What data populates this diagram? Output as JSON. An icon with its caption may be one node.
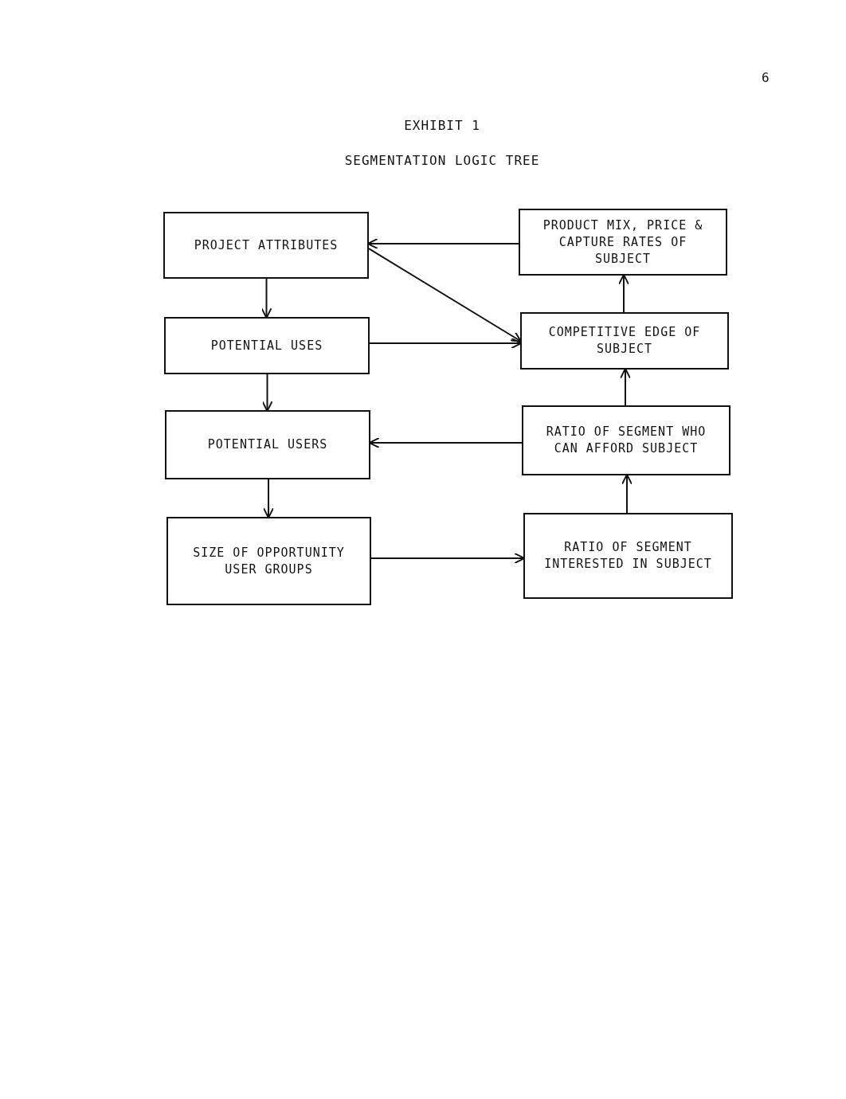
{
  "diagram": {
    "title": "SEGMENTATION LOGIC TREE",
    "nodes": [
      {
        "text": [
          "PROJECT ATTRIBUTES"
        ]
      },
      {
        "text": [
          "PRODUCT MIX, PRICE & CAPTURE RATES OF SUBJECT"
        ]
      },
      {
        "text": [
          "POTENTIAL USES"
        ]
      },
      {
        "text": [
          "COMPETITIVE EDGE OF SUBJECT"
        ]
      },
      {
        "text": [
          "POTENTIAL USERS"
        ]
      },
      {
        "text": [
          "RATIO OF SEGMENT WHO CAN AFFORD SUBJECT"
        ]
      },
      {
        "text": [
          "SIZE OF OPPORTUNITY USER GROUPS"
        ]
      },
      {
        "text": [
          "RATIO OF SEGMENT INTERESTED IN SUBJECT"
        ]
      }
    ],
    "edges": [
      {
        "from": 1,
        "to": 0,
        "arrow": "to"
      },
      {
        "from": 0,
        "to": 3,
        "arrow": "to"
      },
      {
        "from": 0,
        "to": 2,
        "arrow": "to"
      },
      {
        "from": 2,
        "to": 3,
        "arrow": "to"
      },
      {
        "from": 2,
        "to": 4,
        "arrow": "to"
      },
      {
        "from": 5,
        "to": 4,
        "arrow": "to"
      },
      {
        "from": 4,
        "to": 6,
        "arrow": "to"
      },
      {
        "from": 6,
        "to": 7,
        "arrow": "to"
      },
      {
        "from": 7,
        "to": 5,
        "arrow": "to"
      },
      {
        "from": 5,
        "to": 3,
        "arrow": "to"
      },
      {
        "from": 3,
        "to": 1,
        "arrow": "to"
      }
    ],
    "labels": [
      "6",
      "EXHIBIT 1"
    ]
  }
}
